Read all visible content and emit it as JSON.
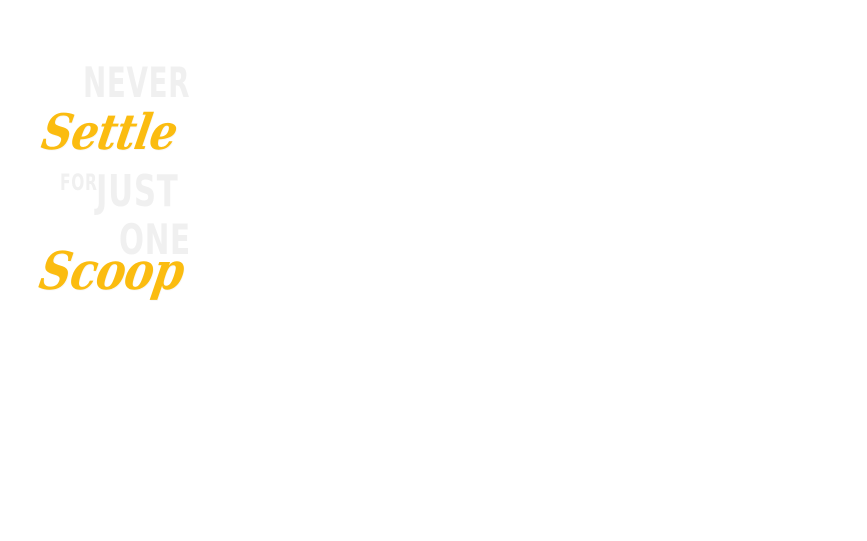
{
  "artwork": {
    "lines": {
      "never": "NEVER",
      "settle": "Settle",
      "for": "FOR",
      "just": "JUST",
      "one": "ONE",
      "scoop": "Scoop"
    },
    "colors": {
      "background": "#ffffff",
      "block_text": "#f0f0f0",
      "script_text": "#fbbc10"
    }
  }
}
